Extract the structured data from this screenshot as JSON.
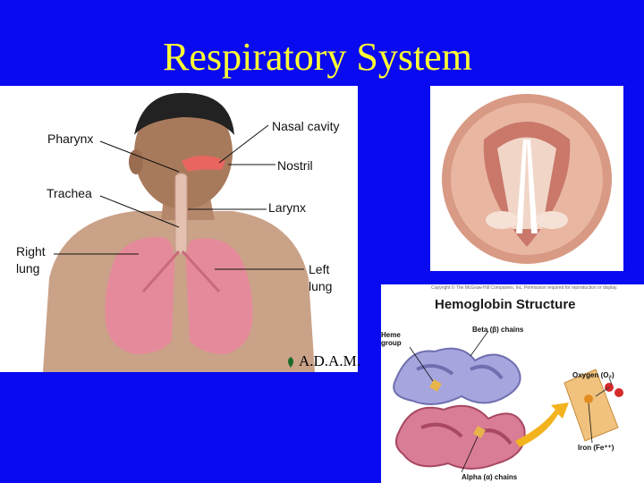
{
  "title": "Respiratory System",
  "anatomy": {
    "labels": {
      "pharynx": "Pharynx",
      "nasal_cavity": "Nasal cavity",
      "nostril": "Nostril",
      "trachea": "Trachea",
      "larynx": "Larynx",
      "right_lung_1": "Right",
      "right_lung_2": "lung",
      "left_lung_1": "Left",
      "left_lung_2": "lung"
    },
    "logo": "A.D.A.M."
  },
  "hemoglobin": {
    "copyright": "Copyright © The McGraw-Hill Companies, Inc. Permission required for reproduction or display.",
    "title": "Hemoglobin Structure",
    "heme_1": "Heme",
    "heme_2": "group",
    "beta": "Beta (β) chains",
    "alpha": "Alpha (α) chains",
    "oxygen": "Oxygen (O₂)",
    "iron": "Iron (Fe⁺⁺)"
  },
  "colors": {
    "background": "#0a0af0",
    "title": "#ffff33"
  }
}
